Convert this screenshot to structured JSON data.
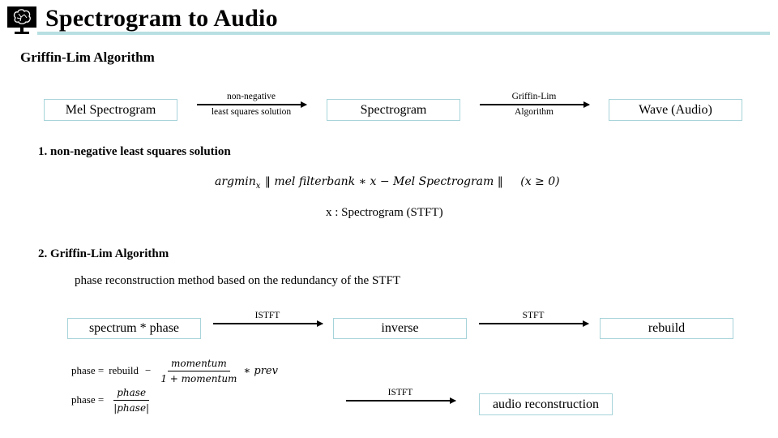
{
  "header": {
    "title": "Spectrogram to Audio",
    "logo_icon": "brain-monitor-icon"
  },
  "subtitle": "Griffin-Lim Algorithm",
  "flow1": {
    "boxes": [
      "Mel Spectrogram",
      "Spectrogram",
      "Wave (Audio)"
    ],
    "arrow1_top": "non-negative",
    "arrow1_bottom": "least squares solution",
    "arrow2_top": "Griffin-Lim",
    "arrow2_bottom": "Algorithm"
  },
  "section1": {
    "heading": "1. non-negative least squares solution",
    "formula_argmin": "argmin",
    "formula_sub": "x",
    "formula_body": "‖ mel filterbank ∗ x − Mel Spectrogram ‖",
    "formula_constraint": "(x ≥ 0)",
    "note": "x : Spectrogram (STFT)"
  },
  "section2": {
    "heading": "2. Griffin-Lim Algorithm",
    "description": "phase reconstruction method based on the redundancy of the STFT",
    "boxes": [
      "spectrum * phase",
      "inverse",
      "rebuild",
      "audio reconstruction"
    ],
    "arrow_labels": [
      "ISTFT",
      "STFT",
      "ISTFT"
    ]
  },
  "equations": {
    "eq1_lhs": "phase =",
    "eq1_rebuild": "rebuild",
    "eq1_minus": "−",
    "eq1_num": "momentum",
    "eq1_den": "1 + momentum",
    "eq1_tail": "∗ prev",
    "eq2_lhs": "phase =",
    "eq2_num": "phase",
    "eq2_den": "|phase|"
  },
  "colors": {
    "box_border": "#a7d4da",
    "title_rule": "#b8dfe2"
  }
}
